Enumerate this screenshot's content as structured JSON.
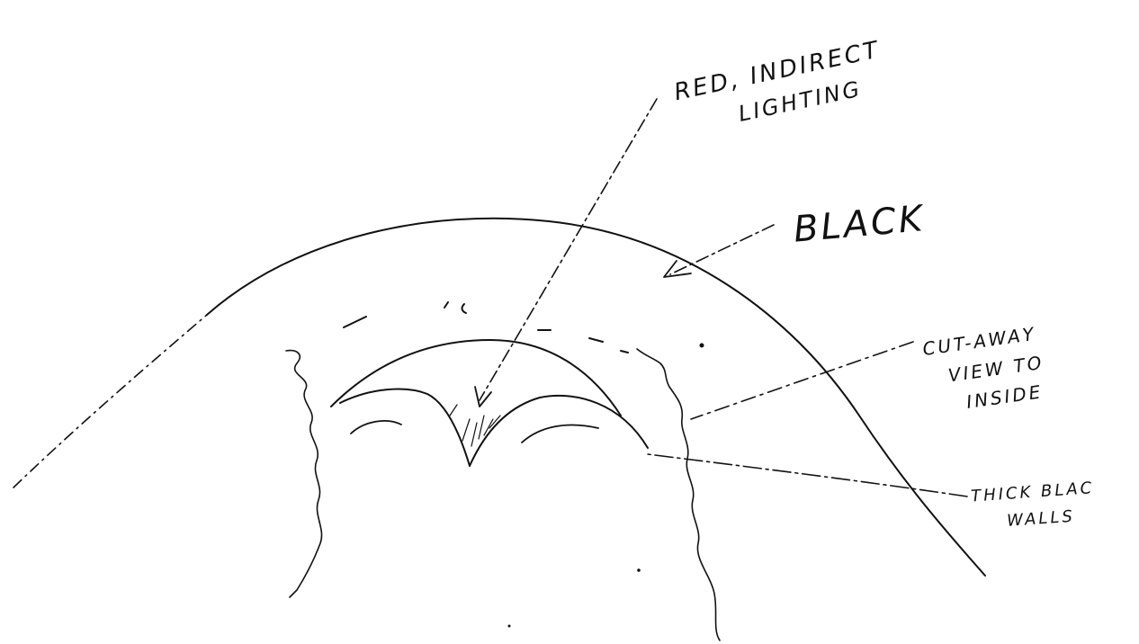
{
  "colors": {
    "ink": "#111111",
    "paper": "#ffffff"
  },
  "labels": {
    "lighting": {
      "line1": "RED, INDIRECT",
      "line2": "LIGHTING"
    },
    "black": "BLACK",
    "cutaway": {
      "line1": "CUT-AWAY",
      "line2": "VIEW TO",
      "line3": "INSIDE"
    },
    "walls": {
      "line1": "THICK BLAC",
      "line2": "WALLS"
    }
  }
}
